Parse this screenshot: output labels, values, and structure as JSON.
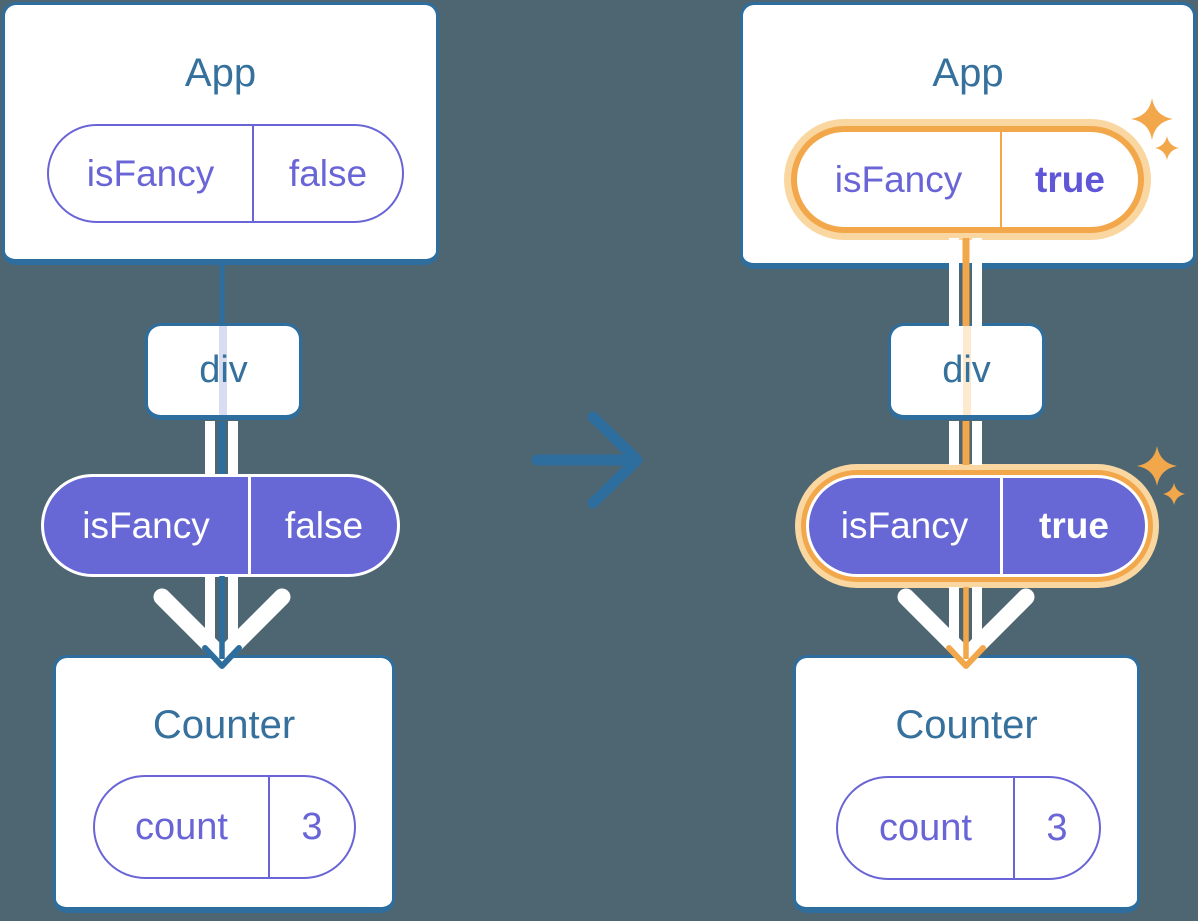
{
  "panels": [
    {
      "name": "before",
      "app_card": {
        "title": "App",
        "state_pill": {
          "key": "isFancy",
          "value": "false"
        }
      },
      "div_node": {
        "label": "div"
      },
      "prop_pill": {
        "key": "isFancy",
        "value": "false"
      },
      "counter_card": {
        "title": "Counter",
        "state_pill": {
          "key": "count",
          "value": "3"
        }
      }
    },
    {
      "name": "after",
      "app_card": {
        "title": "App",
        "state_pill": {
          "key": "isFancy",
          "value": "true"
        }
      },
      "div_node": {
        "label": "div"
      },
      "prop_pill": {
        "key": "isFancy",
        "value": "true"
      },
      "counter_card": {
        "title": "Counter",
        "state_pill": {
          "key": "count",
          "value": "3"
        }
      }
    }
  ],
  "icons": {
    "transition": "right-arrow-icon",
    "highlight": "sparkle-icon",
    "flow": "down-arrow-icon"
  },
  "colors": {
    "background": "#4E6671",
    "stroke_blue": "#2E6E9E",
    "title_text": "#35719C",
    "purple": "#6965D6",
    "purple_fill": "#6768D6",
    "orange": "#F3A74B",
    "orange_light": "#FAD7A0",
    "pale_orange": "#FCEAD0",
    "pale_blue": "#D8DDF2",
    "card_bg": "#FFFFFF"
  }
}
